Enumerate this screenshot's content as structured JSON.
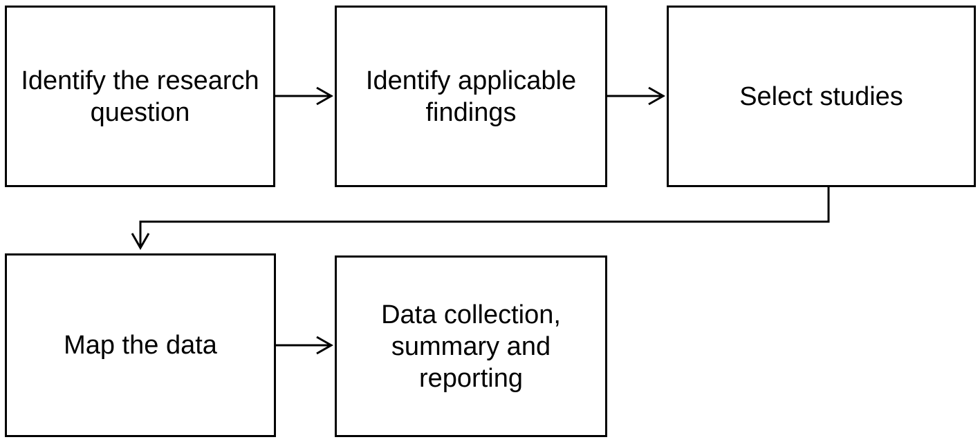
{
  "diagram": {
    "steps": [
      {
        "id": "step1",
        "label": "Identify the research\nquestion"
      },
      {
        "id": "step2",
        "label": "Identify applicable\nfindings"
      },
      {
        "id": "step3",
        "label": "Select studies"
      },
      {
        "id": "step4",
        "label": "Map the data"
      },
      {
        "id": "step5",
        "label": "Data collection,\nsummary and\nreporting"
      }
    ],
    "connections": [
      {
        "from": "step1",
        "to": "step2"
      },
      {
        "from": "step2",
        "to": "step3"
      },
      {
        "from": "step3",
        "to": "step4"
      },
      {
        "from": "step4",
        "to": "step5"
      }
    ],
    "colors": {
      "stroke": "#000000",
      "background": "#ffffff"
    }
  }
}
